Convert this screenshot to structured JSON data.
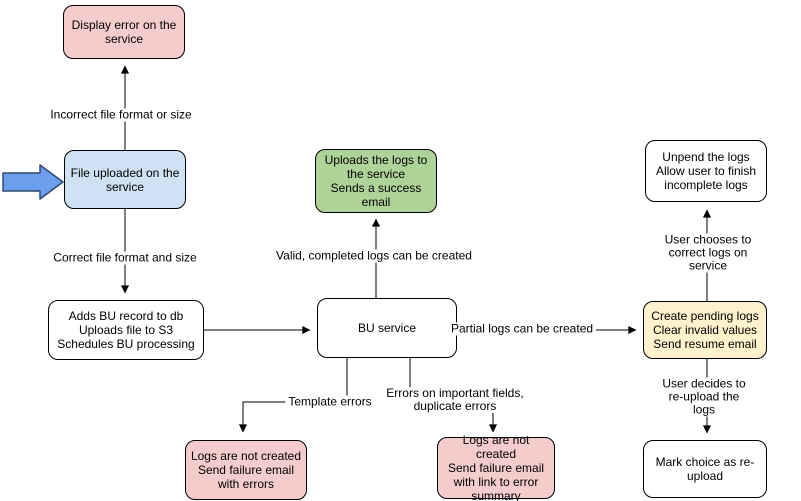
{
  "diagram": {
    "palette": {
      "node_red_fill": "#f4cccc",
      "node_blue_fill": "#cfe2f3",
      "node_green_fill": "#aed398",
      "node_yellow_fill": "#fff2cc",
      "node_white_fill": "#ffffff",
      "node_border": "#000000",
      "connector": "#000000",
      "entry_arrow_fill": "#6d9eeb",
      "entry_arrow_stroke": "#2d4a73"
    },
    "nodes": {
      "display_error": {
        "label": "Display error on the\nservice"
      },
      "file_uploaded": {
        "label": "File uploaded on the\nservice"
      },
      "adds_bu_record": {
        "label": "Adds BU record to db\nUploads file to S3\nSchedules BU processing"
      },
      "uploads_logs": {
        "label": "Uploads the logs to\nthe service\nSends a success\nemail"
      },
      "bu_service": {
        "label": "BU service"
      },
      "create_pending_logs": {
        "label": "Create pending logs\nClear invalid values\nSend resume email"
      },
      "unpend_logs": {
        "label": "Unpend the logs\nAllow user to finish\nincomplete logs"
      },
      "mark_choice": {
        "label": "Mark choice as re-\nupload"
      },
      "logs_not_created_template": {
        "label": "Logs are not created\nSend failure email\nwith errors"
      },
      "logs_not_created_fields": {
        "label": "Logs are not created\nSend failure email\nwith link to error\nsummary"
      }
    },
    "edge_labels": {
      "incorrect_file": "Incorrect file format or size",
      "correct_file": "Correct file format and size",
      "valid_logs": "Valid, completed logs can be created",
      "partial_logs": "Partial logs can be created",
      "template_errors": "Template errors",
      "important_field_errors": "Errors on important fields,\nduplicate errors",
      "user_chooses_correct": "User chooses to correct logs on service",
      "user_decides_reupload": "User decides to re-upload the logs"
    }
  }
}
